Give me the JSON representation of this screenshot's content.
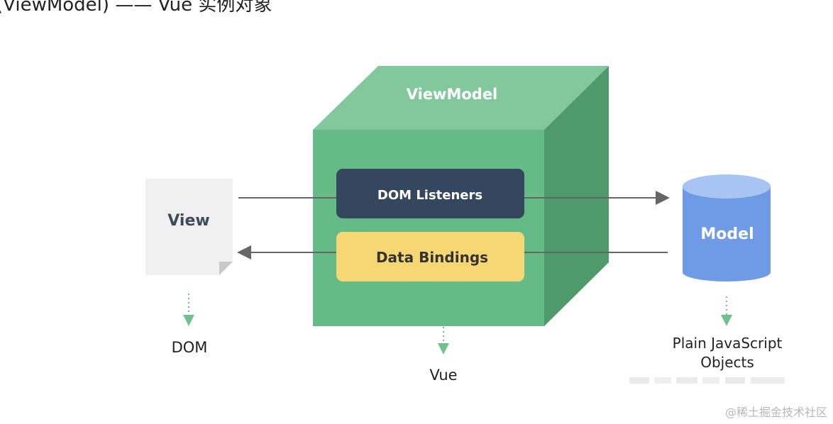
{
  "header": {
    "cropped_title": "(ViewModel) —— Vue 实例对象"
  },
  "diagram": {
    "viewmodel_label": "ViewModel",
    "dom_listeners_label": "DOM Listeners",
    "data_bindings_label": "Data Bindings",
    "view_label": "View",
    "model_label": "Model",
    "dom_label": "DOM",
    "vue_label": "Vue",
    "plain_js_line1": "Plain JavaScript",
    "plain_js_line2": "Objects"
  },
  "colors": {
    "cube_front": "#65bb86",
    "cube_top": "#82c89c",
    "cube_side": "#4f9a6b",
    "dom_listeners_box": "#34475e",
    "data_bindings_box": "#f7d774",
    "view_doc": "#f0f0f0",
    "model_body": "#6f9be6",
    "model_top": "#a8c4f3",
    "arrow": "#666666",
    "dotted_arrow": "#6fc08f"
  },
  "watermark": {
    "text": "@稀土掘金技术社区"
  }
}
